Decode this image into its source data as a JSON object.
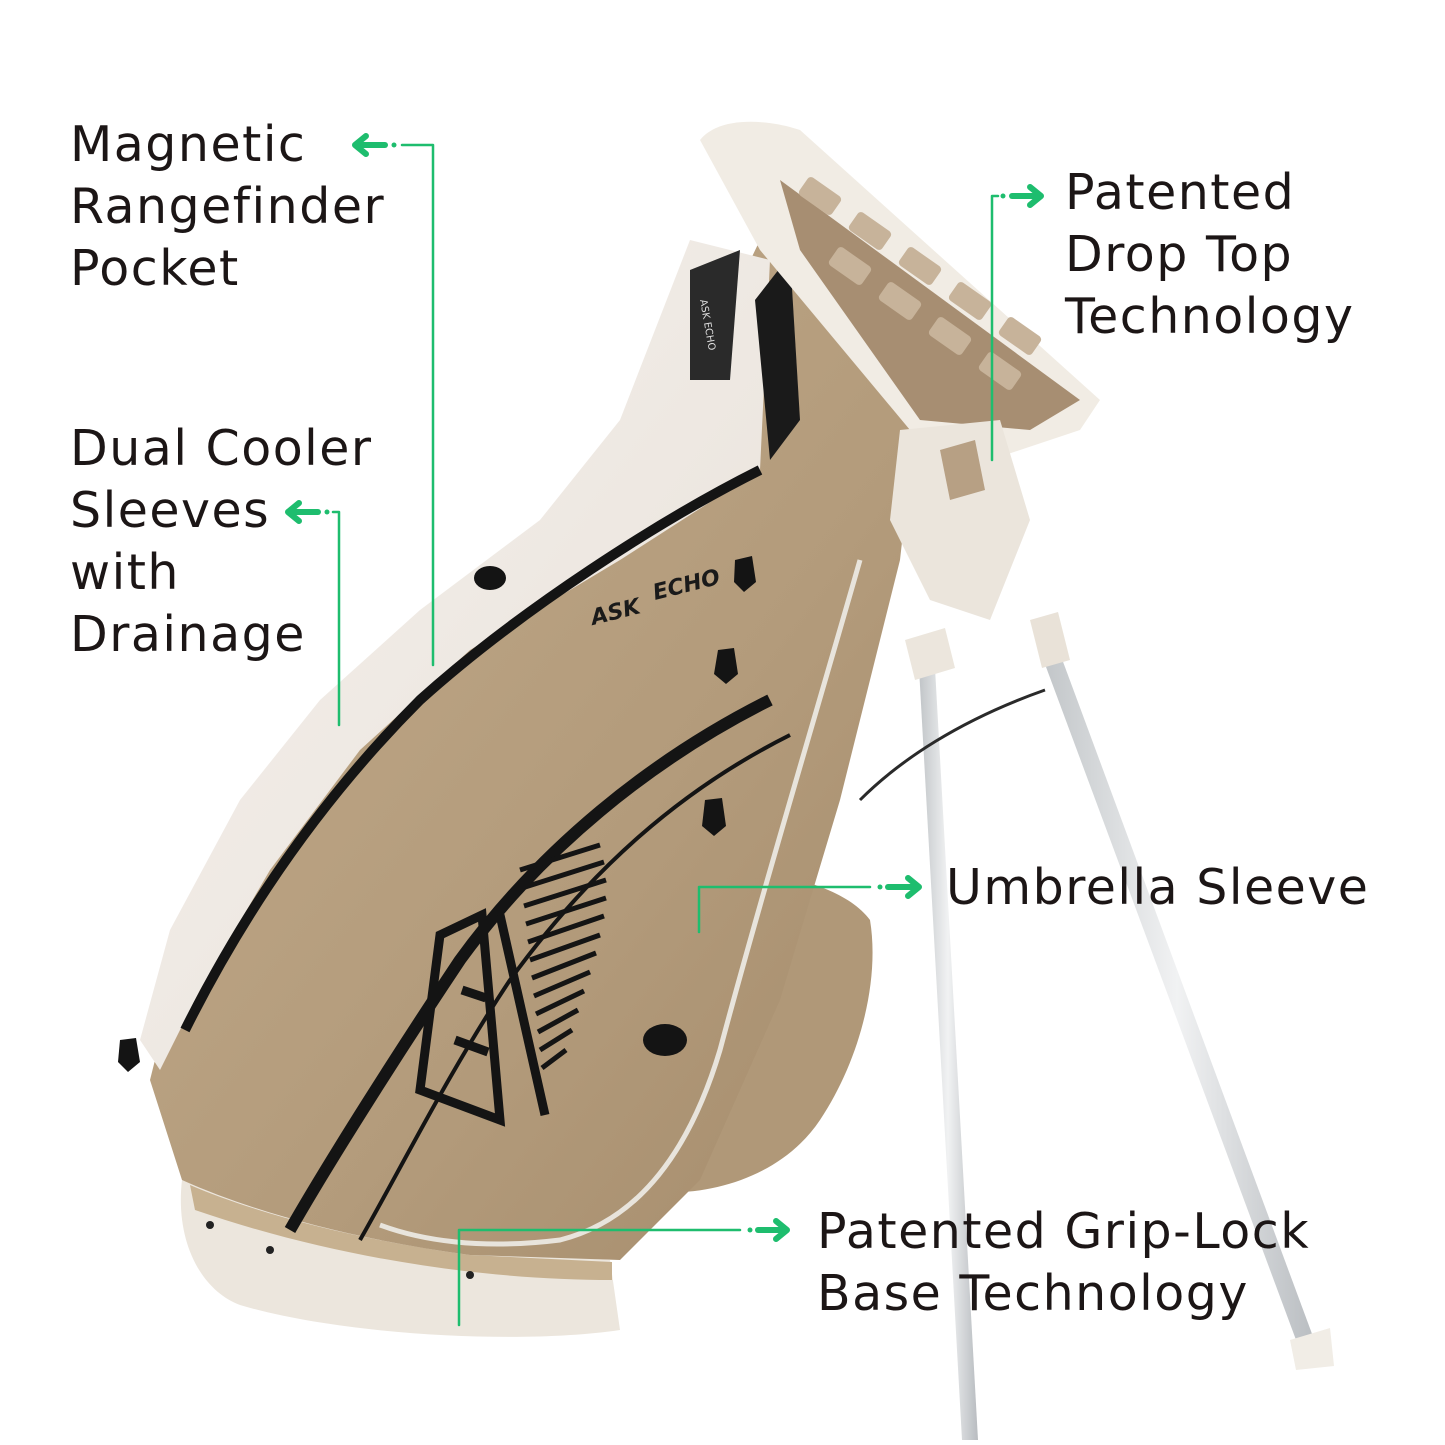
{
  "product": {
    "brand_left": "ASK",
    "brand_right": "ECHO",
    "strap_tag": "ASK ECHO",
    "colors": {
      "body_tan": "#b49c7c",
      "body_tan_dark": "#9b8465",
      "panel_cream": "#efe9e3",
      "trim_black": "#141414",
      "piping": "#e8e4dc",
      "leg_silver": "#d6d8da",
      "callout_green": "#1ebd6e",
      "text": "#1c1616"
    }
  },
  "callouts": [
    {
      "id": "rangefinder",
      "lines": [
        "Magnetic",
        "Rangefinder",
        "Pocket"
      ],
      "direction": "left"
    },
    {
      "id": "cooler",
      "lines": [
        "Dual Cooler",
        "Sleeves",
        "with",
        "Drainage"
      ],
      "direction": "left"
    },
    {
      "id": "drop-top",
      "lines": [
        "Patented",
        "Drop Top",
        "Technology"
      ],
      "direction": "right"
    },
    {
      "id": "umbrella",
      "lines": [
        "Umbrella Sleeve"
      ],
      "direction": "right"
    },
    {
      "id": "grip-lock",
      "lines": [
        "Patented Grip-Lock",
        "Base Technology"
      ],
      "direction": "right"
    }
  ]
}
